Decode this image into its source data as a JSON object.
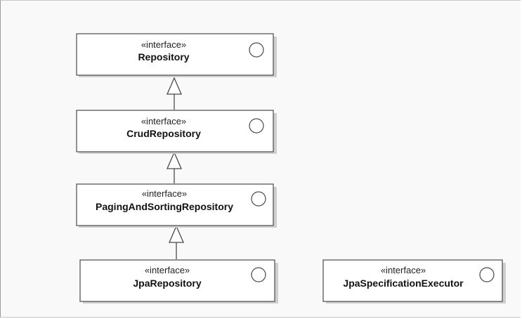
{
  "diagram": {
    "nodes": [
      {
        "id": "repository",
        "stereotype": "«interface»",
        "name": "Repository",
        "icon": "interface-circle-icon"
      },
      {
        "id": "crud",
        "stereotype": "«interface»",
        "name": "CrudRepository",
        "icon": "interface-circle-icon"
      },
      {
        "id": "paging",
        "stereotype": "«interface»",
        "name": "PagingAndSortingRepository",
        "icon": "interface-circle-icon"
      },
      {
        "id": "jpa",
        "stereotype": "«interface»",
        "name": "JpaRepository",
        "icon": "interface-circle-icon"
      },
      {
        "id": "jpaspec",
        "stereotype": "«interface»",
        "name": "JpaSpecificationExecutor",
        "icon": "interface-circle-icon"
      }
    ],
    "edges": [
      {
        "type": "generalization",
        "from": "crud",
        "to": "repository"
      },
      {
        "type": "generalization",
        "from": "paging",
        "to": "crud"
      },
      {
        "type": "generalization",
        "from": "jpa",
        "to": "paging"
      }
    ]
  }
}
